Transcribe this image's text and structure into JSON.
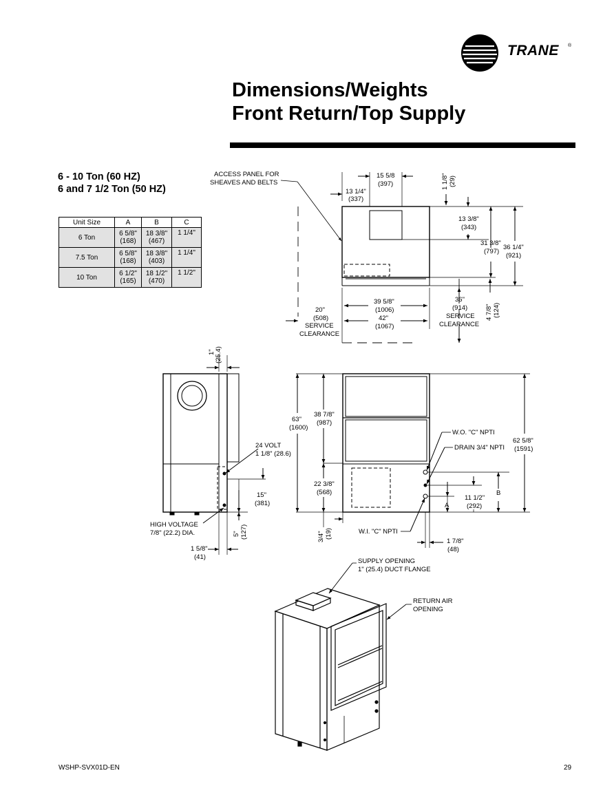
{
  "brand": {
    "name": "TRANE",
    "reg": "®"
  },
  "title": {
    "line1": "Dimensions/Weights",
    "line2": "Front Return/Top Supply"
  },
  "section": {
    "line1": "6 - 10 Ton (60 HZ)",
    "line2": "6 and 7 1/2 Ton (50 HZ)"
  },
  "table": {
    "headers": [
      "Unit Size",
      "A",
      "B",
      "C"
    ],
    "rows": [
      {
        "unit": "6 Ton",
        "a": [
          "6 5/8\"",
          "(168)"
        ],
        "b": [
          "18 3/8\"",
          "(467)"
        ],
        "c": "1 1/4\""
      },
      {
        "unit": "7.5 Ton",
        "a": [
          "6 5/8\"",
          "(168)"
        ],
        "b": [
          "18 3/8\"",
          "(403)"
        ],
        "c": "1 1/4\""
      },
      {
        "unit": "10 Ton",
        "a": [
          "6 1/2\"",
          "(165)"
        ],
        "b": [
          "18 1/2\"",
          "(470)"
        ],
        "c": "1 1/2\""
      }
    ]
  },
  "top_view": {
    "access_panel": [
      "ACCESS PANEL FOR",
      "SHEAVES AND BELTS"
    ],
    "d15": [
      "15 5/8",
      "(397)"
    ],
    "d13a": [
      "13 1/4\"",
      "(337)"
    ],
    "d1": [
      "1 1/8\"",
      "(29)"
    ],
    "d13b": [
      "13 3/8\"",
      "(343)"
    ],
    "d31": [
      "31 3/8\"",
      "(797)"
    ],
    "d36a": [
      "36 1/4\"",
      "(921)"
    ],
    "d39": [
      "39 5/8\"",
      "(1006)"
    ],
    "d42": [
      "42\"",
      "(1067)"
    ],
    "d20": [
      "20\"",
      "(508)",
      "SERVICE",
      "CLEARANCE"
    ],
    "d36b": [
      "36\"",
      "(914)",
      "SERVICE",
      "CLEARANCE"
    ],
    "d4": [
      "4 7/8\"",
      "(124)"
    ]
  },
  "side_view": {
    "d1": [
      "1\"",
      "(25.4)"
    ],
    "volt": [
      "24 VOLT",
      "1 1/8\" (28.6)"
    ],
    "d15": [
      "15\"",
      "(381)"
    ],
    "hv": [
      "HIGH VOLTAGE",
      "7/8\" (22.2) DIA."
    ],
    "d5": [
      "5\"",
      "(127)"
    ],
    "d158": [
      "1 5/8\"",
      "(41)"
    ]
  },
  "front_view": {
    "d63": [
      "63\"",
      "(1600)"
    ],
    "d38": [
      "38 7/8\"",
      "(987)"
    ],
    "d22": [
      "22 3/8\"",
      "(568)"
    ],
    "d34": [
      "3/4\"",
      "(19)"
    ],
    "wo": "W.O. \"C\" NPTI",
    "drain": "DRAIN 3/4\" NPTI",
    "wi": "W.I. \"C\" NPTI",
    "d62": [
      "62 5/8\"",
      "(1591)"
    ],
    "b": "B",
    "a": "A",
    "d11": [
      "11 1/2\"",
      "(292)"
    ],
    "d178": [
      "1 7/8\"",
      "(48)"
    ]
  },
  "iso_view": {
    "supply": [
      "SUPPLY OPENING",
      "1\" (25.4) DUCT FLANGE"
    ],
    "return": [
      "RETURN AIR",
      "OPENING"
    ]
  },
  "footer": {
    "doc": "WSHP-SVX01D-EN",
    "page": "29"
  }
}
